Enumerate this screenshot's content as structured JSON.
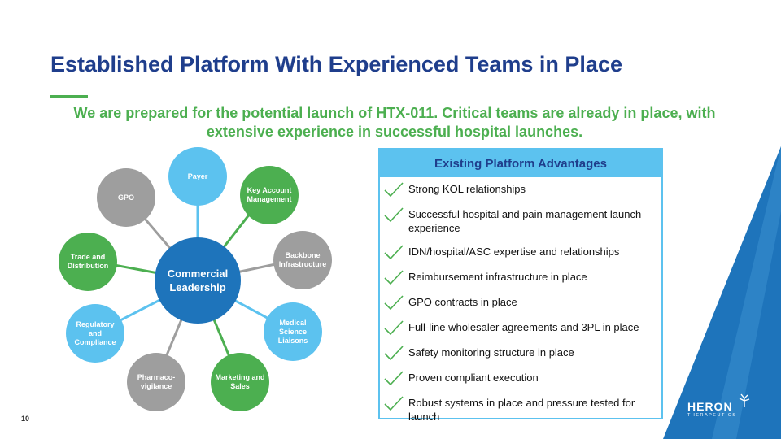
{
  "slide": {
    "title": "Established Platform With Experienced Teams in Place",
    "subtitle": "We are prepared for the potential launch of HTX-011. Critical teams are already in place, with extensive experience in successful hospital launches.",
    "page_number": "10"
  },
  "diagram": {
    "center": "Commercial Leadership",
    "nodes": [
      {
        "label": "Payer",
        "color": "#5cc2ef"
      },
      {
        "label": "Key Account Management",
        "color": "#4caf50"
      },
      {
        "label": "Backbone Infrastructure",
        "color": "#9e9e9e"
      },
      {
        "label": "Medical Science Liaisons",
        "color": "#5cc2ef"
      },
      {
        "label": "Marketing and Sales",
        "color": "#4caf50"
      },
      {
        "label": "Pharmaco-vigilance",
        "color": "#9e9e9e"
      },
      {
        "label": "Regulatory and Compliance",
        "color": "#5cc2ef"
      },
      {
        "label": "Trade and Distribution",
        "color": "#4caf50"
      },
      {
        "label": "GPO",
        "color": "#9e9e9e"
      }
    ]
  },
  "panel": {
    "header": "Existing Platform Advantages",
    "items": [
      "Strong KOL relationships",
      "Successful hospital and pain management launch experience",
      "IDN/hospital/ASC expertise and relationships",
      "Reimbursement infrastructure in place",
      "GPO contracts in place",
      "Full-line wholesaler agreements and 3PL in place",
      "Safety monitoring structure in place",
      "Proven compliant execution",
      "Robust systems in place and pressure tested for launch"
    ]
  },
  "logo": {
    "name": "HERON",
    "sub": "THERAPEUTICS"
  },
  "colors": {
    "title": "#1f3e8c",
    "accent_green": "#4caf50",
    "accent_blue": "#5cc2ef",
    "center_blue": "#1e74bb",
    "corner_blue": "#1e74bb"
  }
}
